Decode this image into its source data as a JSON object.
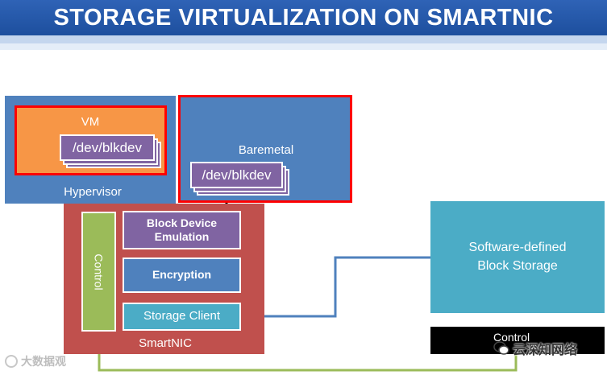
{
  "title": "STORAGE VIRTUALIZATION ON SMARTNIC",
  "host": {
    "hypervisor_label": "Hypervisor",
    "vm_label": "VM",
    "vm_device": "/dev/blkdev",
    "baremetal_label": "Baremetal",
    "baremetal_device": "/dev/blkdev"
  },
  "smartnic": {
    "label": "SmartNIC",
    "control_label": "Control",
    "blocks": [
      "Block Device Emulation",
      "Encryption",
      "Storage Client"
    ]
  },
  "remote": {
    "storage_label": "Software-defined Block Storage",
    "control_label": "Control"
  },
  "watermarks": {
    "left": "大数据观",
    "right": "云深知网络"
  },
  "icons": [
    "wechat-icon",
    "watermark-logo-icon"
  ],
  "colors": {
    "header": "#2a5caa",
    "hypervisor": "#4f81bd",
    "vm": "#f79646",
    "device": "#8064a2",
    "smartnic": "#c0504d",
    "control": "#9bbb59",
    "storage": "#4bacc6",
    "highlight": "#ff0000"
  }
}
